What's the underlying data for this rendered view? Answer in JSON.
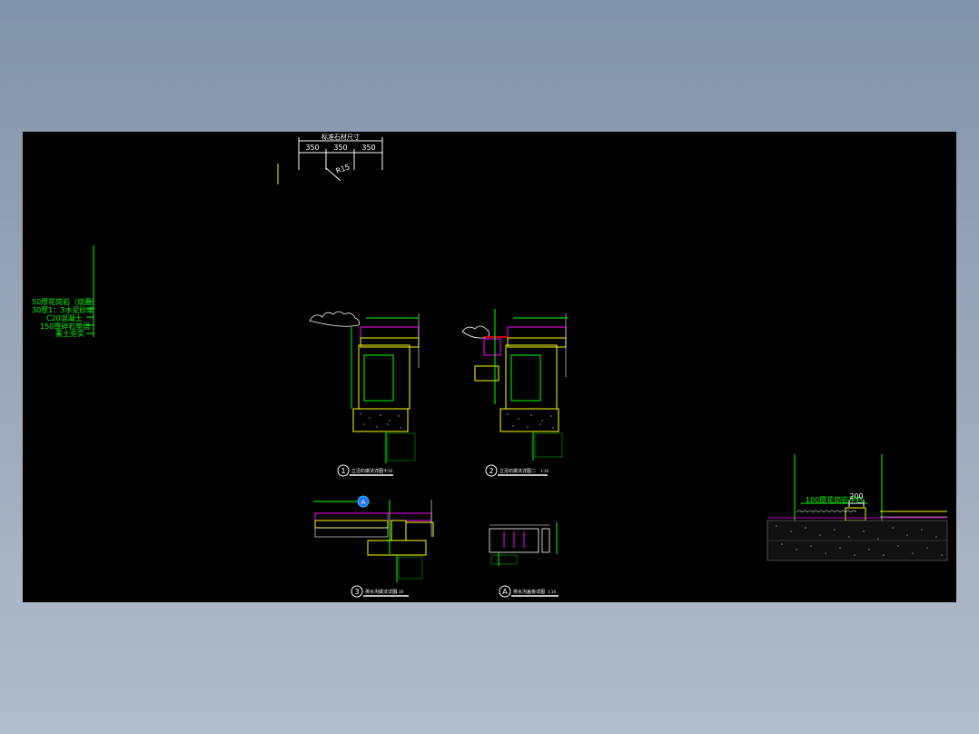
{
  "drawing": {
    "top_dims": {
      "title": "标准石材尺寸",
      "d1": "350",
      "d2": "350",
      "d3": "350",
      "radius": "R15"
    },
    "left_notes": [
      "50厚花岗岩（烧面）",
      "30厚1：3水泥砂浆",
      "C20混凝土",
      "150厚碎石垫层",
      "素土夯实"
    ],
    "detail_labels": {
      "d1": {
        "num": "1",
        "title": "立沿石做法详图一",
        "scale": "1:10"
      },
      "d2": {
        "num": "2",
        "title": "立沿石做法详图二",
        "scale": "1:10"
      },
      "d3": {
        "num": "3",
        "title": "排水沟做法详图",
        "scale": "1:10"
      },
      "dA": {
        "num": "A",
        "title": "排水沟盖板详图",
        "scale": "1:10"
      }
    },
    "right_detail": {
      "label": "100厚花岗岩平石",
      "dim": "200"
    },
    "callout": "A"
  },
  "colors": {
    "background": "#000000",
    "green": "#00ff00",
    "yellow": "#ffff00",
    "magenta": "#ff00ff",
    "white": "#ffffff",
    "cyan": "#00ffff",
    "red": "#ff0000",
    "blue": "#2a6cff"
  }
}
